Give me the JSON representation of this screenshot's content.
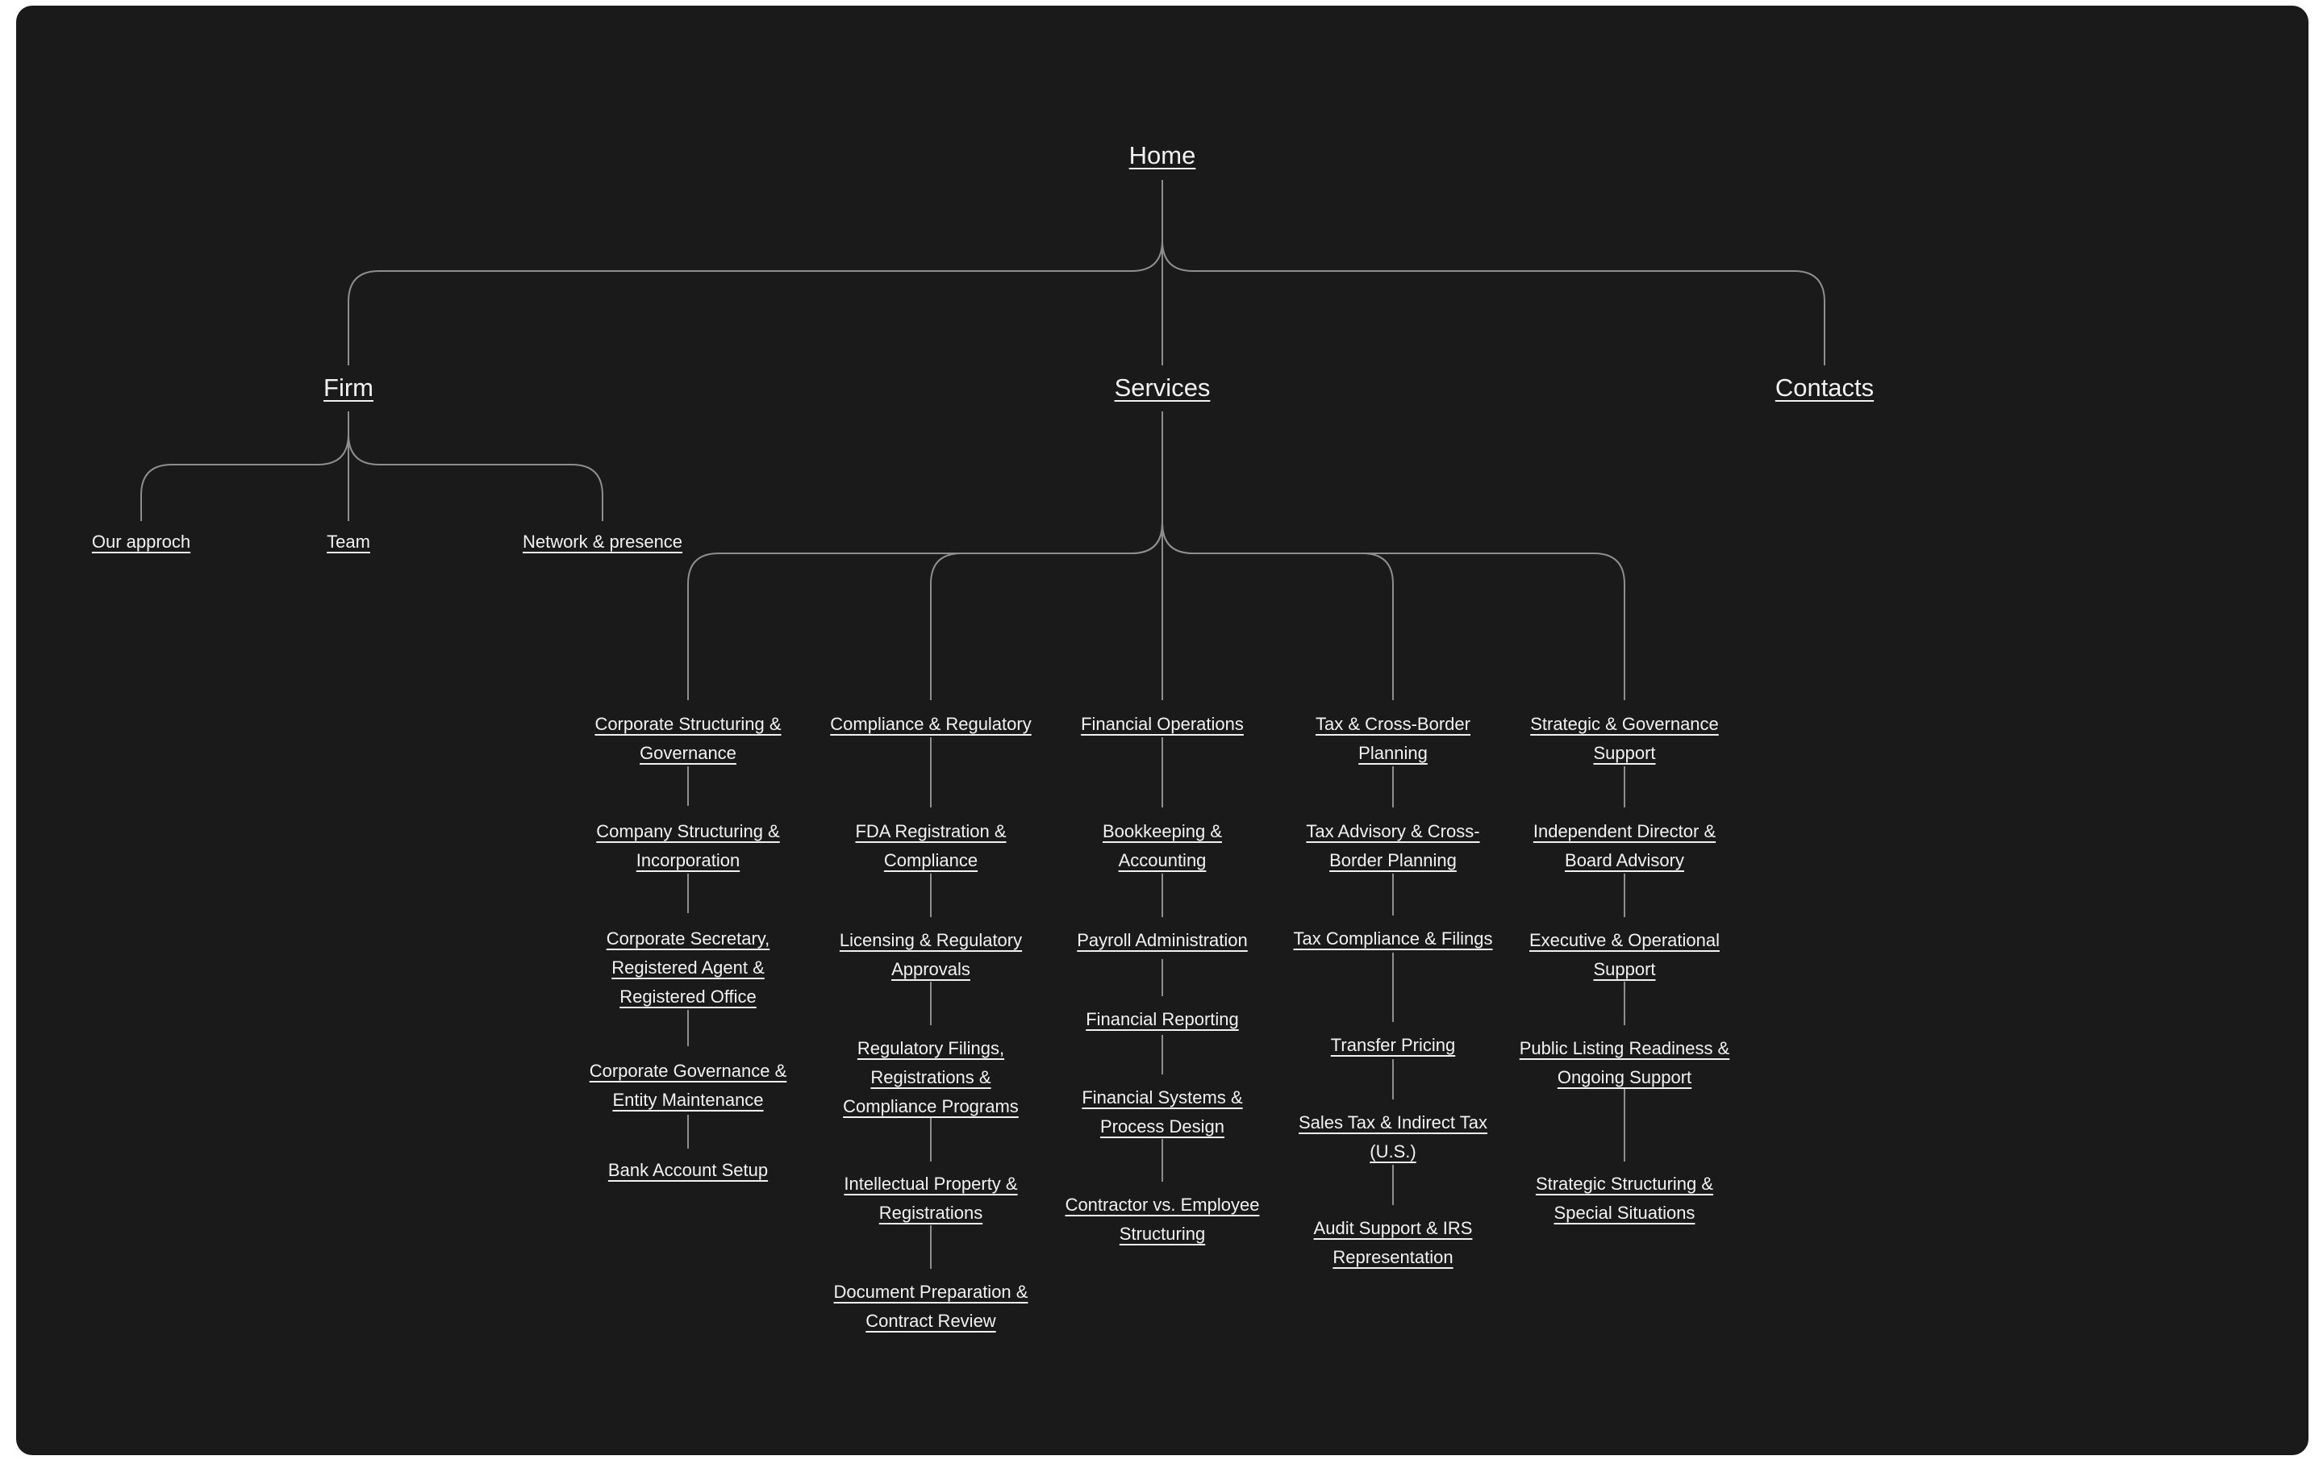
{
  "colors": {
    "canvas_background": "#1a1a1a",
    "page_background": "#ffffff",
    "text": "#f2f2f2",
    "connector": "#8e8e8e"
  },
  "sitemap": {
    "home": "Home",
    "firm": {
      "label": "Firm",
      "children": [
        "Our approch",
        "Team",
        "Network & presence"
      ]
    },
    "services": {
      "label": "Services",
      "columns": [
        {
          "label": "Corporate Structuring & Governance",
          "items": [
            "Company Structuring & Incorporation",
            "Corporate Secretary, Registered Agent & Registered Office",
            "Corporate Governance & Entity Maintenance",
            "Bank Account Setup"
          ]
        },
        {
          "label": "Compliance & Regulatory",
          "items": [
            "FDA Registration & Compliance",
            "Licensing & Regulatory Approvals",
            "Regulatory Filings, Registrations & Compliance Programs",
            "Intellectual Property & Registrations",
            "Document Preparation & Contract Review"
          ]
        },
        {
          "label": "Financial Operations",
          "items": [
            "Bookkeeping & Accounting",
            "Payroll Administration",
            "Financial Reporting",
            "Financial Systems & Process Design",
            "Contractor vs. Employee Structuring"
          ]
        },
        {
          "label": "Tax & Cross-Border Planning",
          "items": [
            "Tax Advisory & Cross-Border Planning",
            "Tax Compliance & Filings",
            "Transfer Pricing",
            "Sales Tax & Indirect Tax (U.S.)",
            "Audit Support & IRS Representation"
          ]
        },
        {
          "label": "Strategic & Governance Support",
          "items": [
            "Independent Director & Board Advisory",
            "Executive & Operational Support",
            "Public Listing Readiness & Ongoing Support",
            "Strategic Structuring & Special Situations"
          ]
        }
      ]
    },
    "contacts": "Contacts"
  }
}
